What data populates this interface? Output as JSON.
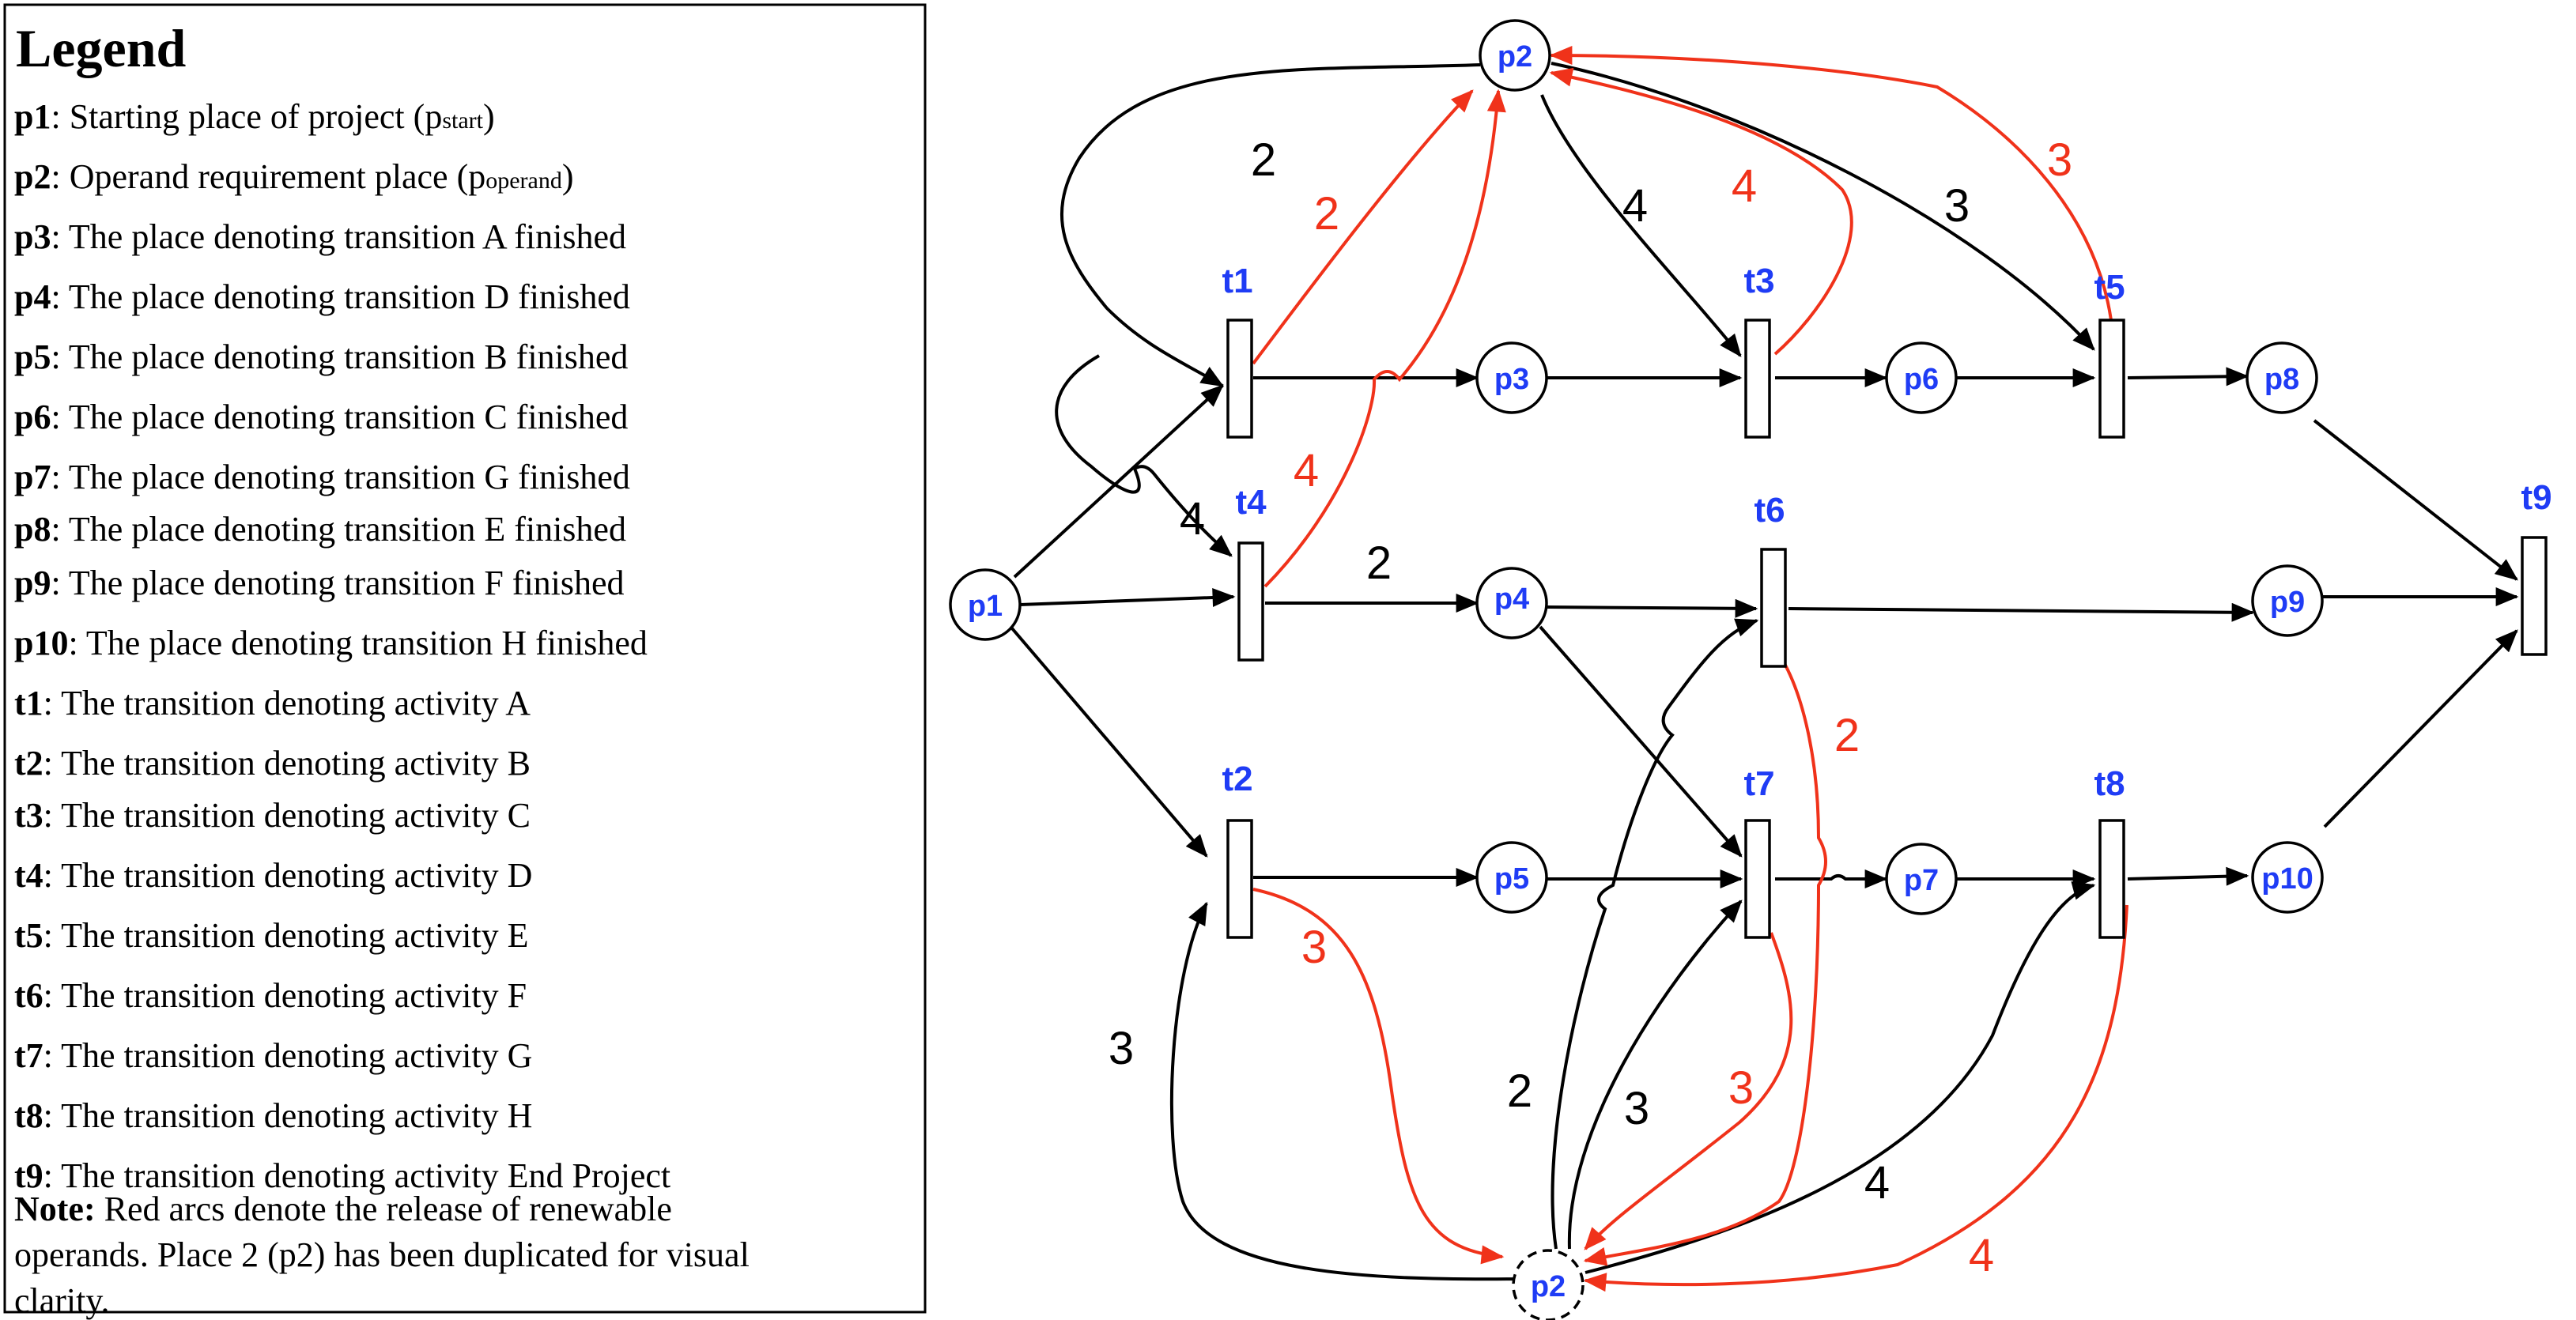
{
  "legend": {
    "title": "Legend",
    "entries": [
      {
        "key": "p1",
        "text": ": Starting place of project (p",
        "sub": "start",
        "after": ")"
      },
      {
        "key": "p2",
        "text": ": Operand requirement place (p",
        "sub": "operand",
        "after": ")"
      },
      {
        "key": "p3",
        "text": ": The place denoting transition A finished"
      },
      {
        "key": "p4",
        "text": ": The place denoting transition D finished"
      },
      {
        "key": "p5",
        "text": ": The place denoting transition B finished"
      },
      {
        "key": "p6",
        "text": ": The place denoting transition C finished"
      },
      {
        "key": "p7",
        "text": ": The place denoting transition G finished"
      },
      {
        "key": "p8",
        "text": ": The place denoting transition E finished"
      },
      {
        "key": "p9",
        "text": ": The place denoting transition F finished"
      },
      {
        "key": "p10",
        "text": ": The place denoting transition H finished"
      },
      {
        "key": "t1",
        "text": ": The transition denoting activity A"
      },
      {
        "key": "t2",
        "text": ": The transition denoting activity B"
      },
      {
        "key": "t3",
        "text": ": The transition denoting activity C"
      },
      {
        "key": "t4",
        "text": ": The transition denoting activity D"
      },
      {
        "key": "t5",
        "text": ": The transition denoting activity E"
      },
      {
        "key": "t6",
        "text": ": The transition denoting activity F"
      },
      {
        "key": "t7",
        "text": ": The transition denoting activity G"
      },
      {
        "key": "t8",
        "text": ": The transition denoting activity H"
      },
      {
        "key": "t9",
        "text": ": The transition denoting activity End Project"
      }
    ],
    "note_label": "Note:",
    "note_lines": [
      " Red arcs denote the release of renewable",
      "operands. Place 2 (p2) has been duplicated for visual",
      "clarity."
    ]
  },
  "places": {
    "p1": "p1",
    "p2_top": "p2",
    "p3": "p3",
    "p4": "p4",
    "p5": "p5",
    "p6": "p6",
    "p7": "p7",
    "p8": "p8",
    "p9": "p9",
    "p10": "p10",
    "p2_bottom": "p2"
  },
  "transitions": {
    "t1": "t1",
    "t2": "t2",
    "t3": "t3",
    "t4": "t4",
    "t5": "t5",
    "t6": "t6",
    "t7": "t7",
    "t8": "t8",
    "t9": "t9"
  },
  "weights": [
    {
      "id": "p2-t1",
      "value": "2",
      "color": "black"
    },
    {
      "id": "t1-p2",
      "value": "2",
      "color": "red"
    },
    {
      "id": "t4-p2",
      "value": "4",
      "color": "red"
    },
    {
      "id": "p2-t4",
      "value": "4",
      "color": "black"
    },
    {
      "id": "p2-t3",
      "value": "4",
      "color": "black"
    },
    {
      "id": "t3-p2",
      "value": "4",
      "color": "red"
    },
    {
      "id": "p2-t5",
      "value": "3",
      "color": "black"
    },
    {
      "id": "t5-p2",
      "value": "3",
      "color": "red"
    },
    {
      "id": "t4-p4",
      "value": "2",
      "color": "black"
    },
    {
      "id": "t6-p2",
      "value": "2",
      "color": "red"
    },
    {
      "id": "t2-p2",
      "value": "3",
      "color": "red"
    },
    {
      "id": "p2-t2",
      "value": "3",
      "color": "black"
    },
    {
      "id": "p2-t6",
      "value": "2",
      "color": "black"
    },
    {
      "id": "p2-t7",
      "value": "3",
      "color": "black"
    },
    {
      "id": "t7-p2",
      "value": "3",
      "color": "red"
    },
    {
      "id": "p2-t8",
      "value": "4",
      "color": "black"
    },
    {
      "id": "t8-p2",
      "value": "4",
      "color": "red"
    }
  ],
  "colors": {
    "consume": "#000000",
    "release": "#f0321a",
    "label_blue": "#1f3cf5"
  }
}
